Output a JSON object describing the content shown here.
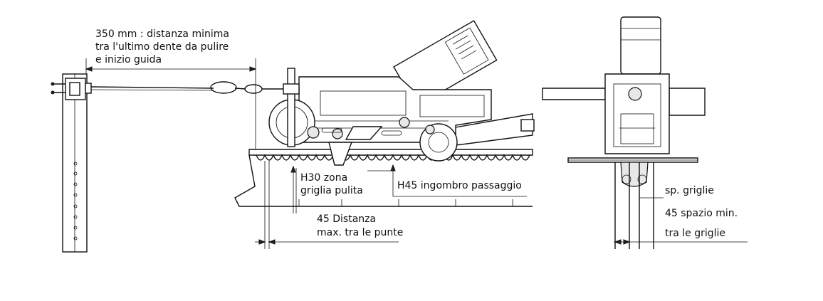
{
  "labels": {
    "distance_line1": "350 mm : distanza minima",
    "distance_line2": "tra l'ultimo dente da pulire",
    "distance_line3": "e inizio guida",
    "h30_line1": "H30 zona",
    "h30_line2": "griglia pulita",
    "h45": "H45 ingombro passaggio",
    "dist45_line1": "45 Distanza",
    "dist45_line2": "max. tra le punte",
    "sp_griglie": "sp. griglie",
    "spazio_line1": "45 spazio min.",
    "spazio_line2": "tra le griglie"
  }
}
